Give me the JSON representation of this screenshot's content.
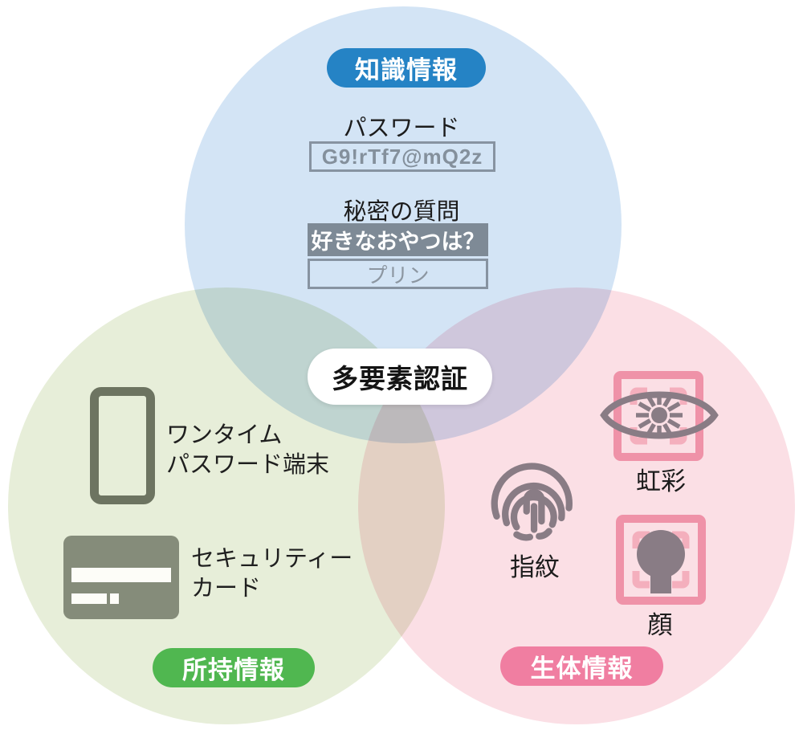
{
  "colors": {
    "knowledge_fill": "#d3e4f5",
    "possession_fill": "#e7eed9",
    "biometric_fill": "#fbdfe5",
    "knowledge_badge": "#2583c5",
    "possession_badge": "#50b750",
    "biometric_badge": "#f07ea1",
    "form_gray": "#7e8a96",
    "left_icon_gray": "#6d7461",
    "card_gray": "#858c7a",
    "bio_icon_gray": "#897c85",
    "scan_frame_pink": "#ef92a8",
    "scan_bracket_pink": "#f4afbd"
  },
  "center": {
    "label": "多要素認証"
  },
  "knowledge": {
    "badge": "知識情報",
    "password_label": "パスワード",
    "password_value": "G9!rTf7@mQ2z",
    "question_label": "秘密の質問",
    "question_value": "好きなおやつは？",
    "answer_value": "プリン"
  },
  "possession": {
    "badge": "所持情報",
    "otp_line1": "ワンタイム",
    "otp_line2": "パスワード端末",
    "card_line1": "セキュリティー",
    "card_line2": "カード",
    "icons": [
      "smartphone-icon",
      "security-card-icon"
    ]
  },
  "biometric": {
    "badge": "生体情報",
    "fingerprint_label": "指紋",
    "iris_label": "虹彩",
    "face_label": "顔",
    "icons": [
      "fingerprint-icon",
      "iris-scan-icon",
      "face-scan-icon"
    ]
  }
}
